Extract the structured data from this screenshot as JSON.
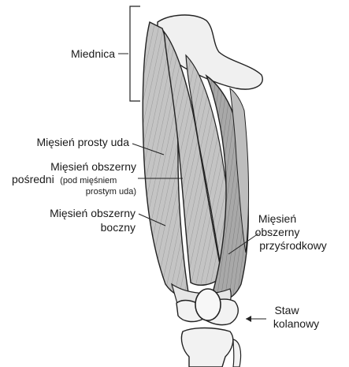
{
  "labels": {
    "pelvis": "Miednica",
    "rectus_femoris": "Mięsień prosty uda",
    "vastus_intermedius_line1": "Mięsień obszerny",
    "vastus_intermedius_line2_main": "pośredni",
    "vastus_intermedius_line2_note": "(pod mięśniem",
    "vastus_intermedius_line3_note": "prostym uda)",
    "vastus_lateralis_line1": "Mięsień obszerny",
    "vastus_lateralis_line2": "boczny",
    "vastus_medialis_line1": "Mięsień",
    "vastus_medialis_line2": "obszerny",
    "vastus_medialis_line3": "przyśrodkowy",
    "knee_line1": "Staw",
    "knee_line2": "kolanowy"
  },
  "colors": {
    "muscle_light": "#cfcfcf",
    "muscle_mid": "#a9a9a9",
    "muscle_dark": "#8a8a8a",
    "bone": "#f2f2f2",
    "outline": "#222222",
    "text": "#1a1a1a"
  }
}
